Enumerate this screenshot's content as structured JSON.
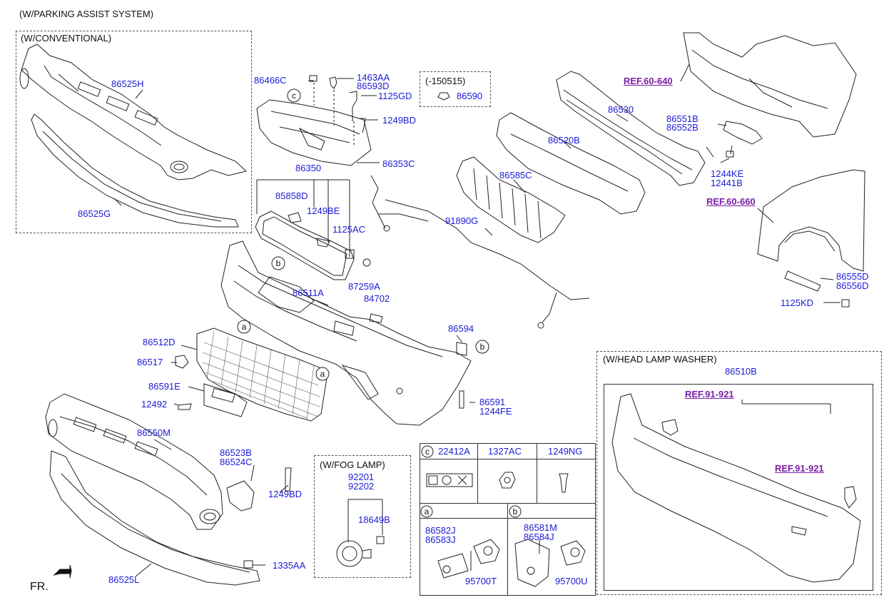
{
  "header": {
    "title": "(W/PARKING ASSIST SYSTEM)"
  },
  "sections": {
    "conventional": "(W/CONVENTIONAL)",
    "fog_lamp": "(W/FOG LAMP)",
    "head_lamp_washer": "(W/HEAD LAMP WASHER)",
    "date_range": "(-150515)"
  },
  "parts": {
    "p86525H": "86525H",
    "p86525G": "86525G",
    "p86466C": "86466C",
    "p1463AA": "1463AA",
    "p86593D": "86593D",
    "p1125GD": "1125GD",
    "p1249BD_top": "1249BD",
    "p86353C": "86353C",
    "p86590": "86590",
    "p86530": "86530",
    "p86520B": "86520B",
    "p86585C": "86585C",
    "p91890G": "91890G",
    "p86551B": "86551B",
    "p86552B": "86552B",
    "p1244KE": "1244KE",
    "p12441B": "12441B",
    "p86555D": "86555D",
    "p86556D": "86556D",
    "p1125KD": "1125KD",
    "p86350": "86350",
    "p85858D": "85858D",
    "p1249BE": "1249BE",
    "p1125AC": "1125AC",
    "p87259A": "87259A",
    "p84702": "84702",
    "p86511A": "86511A",
    "p86594": "86594",
    "p86591": "86591",
    "p1244FE": "1244FE",
    "p86512D": "86512D",
    "p86517": "86517",
    "p86591E": "86591E",
    "p12492": "12492",
    "p86550M": "86550M",
    "p86523B": "86523B",
    "p86524C": "86524C",
    "p1249BD_bot": "1249BD",
    "p86525L": "86525L",
    "p1335AA": "1335AA",
    "p92201": "92201",
    "p92202": "92202",
    "p18649B": "18649B",
    "p86510B": "86510B"
  },
  "refs": {
    "ref1": "REF.60-640",
    "ref2": "REF.60-660",
    "ref3": "REF.91-921",
    "ref4": "REF.91-921"
  },
  "table": {
    "c_label": "c",
    "col1": "22412A",
    "col2": "1327AC",
    "col3": "1249NG",
    "a_label": "a",
    "a_p1": "86582J",
    "a_p2": "86583J",
    "a_p3": "95700T",
    "b_label": "b",
    "b_p1": "86581M",
    "b_p2": "86584J",
    "b_p3": "95700U"
  },
  "callouts": {
    "a": "a",
    "b": "b",
    "c": "c"
  },
  "footer": {
    "fr": "FR."
  },
  "colors": {
    "part_number": "#1b1bd6",
    "reference": "#7a1fa8",
    "line": "#222222"
  }
}
